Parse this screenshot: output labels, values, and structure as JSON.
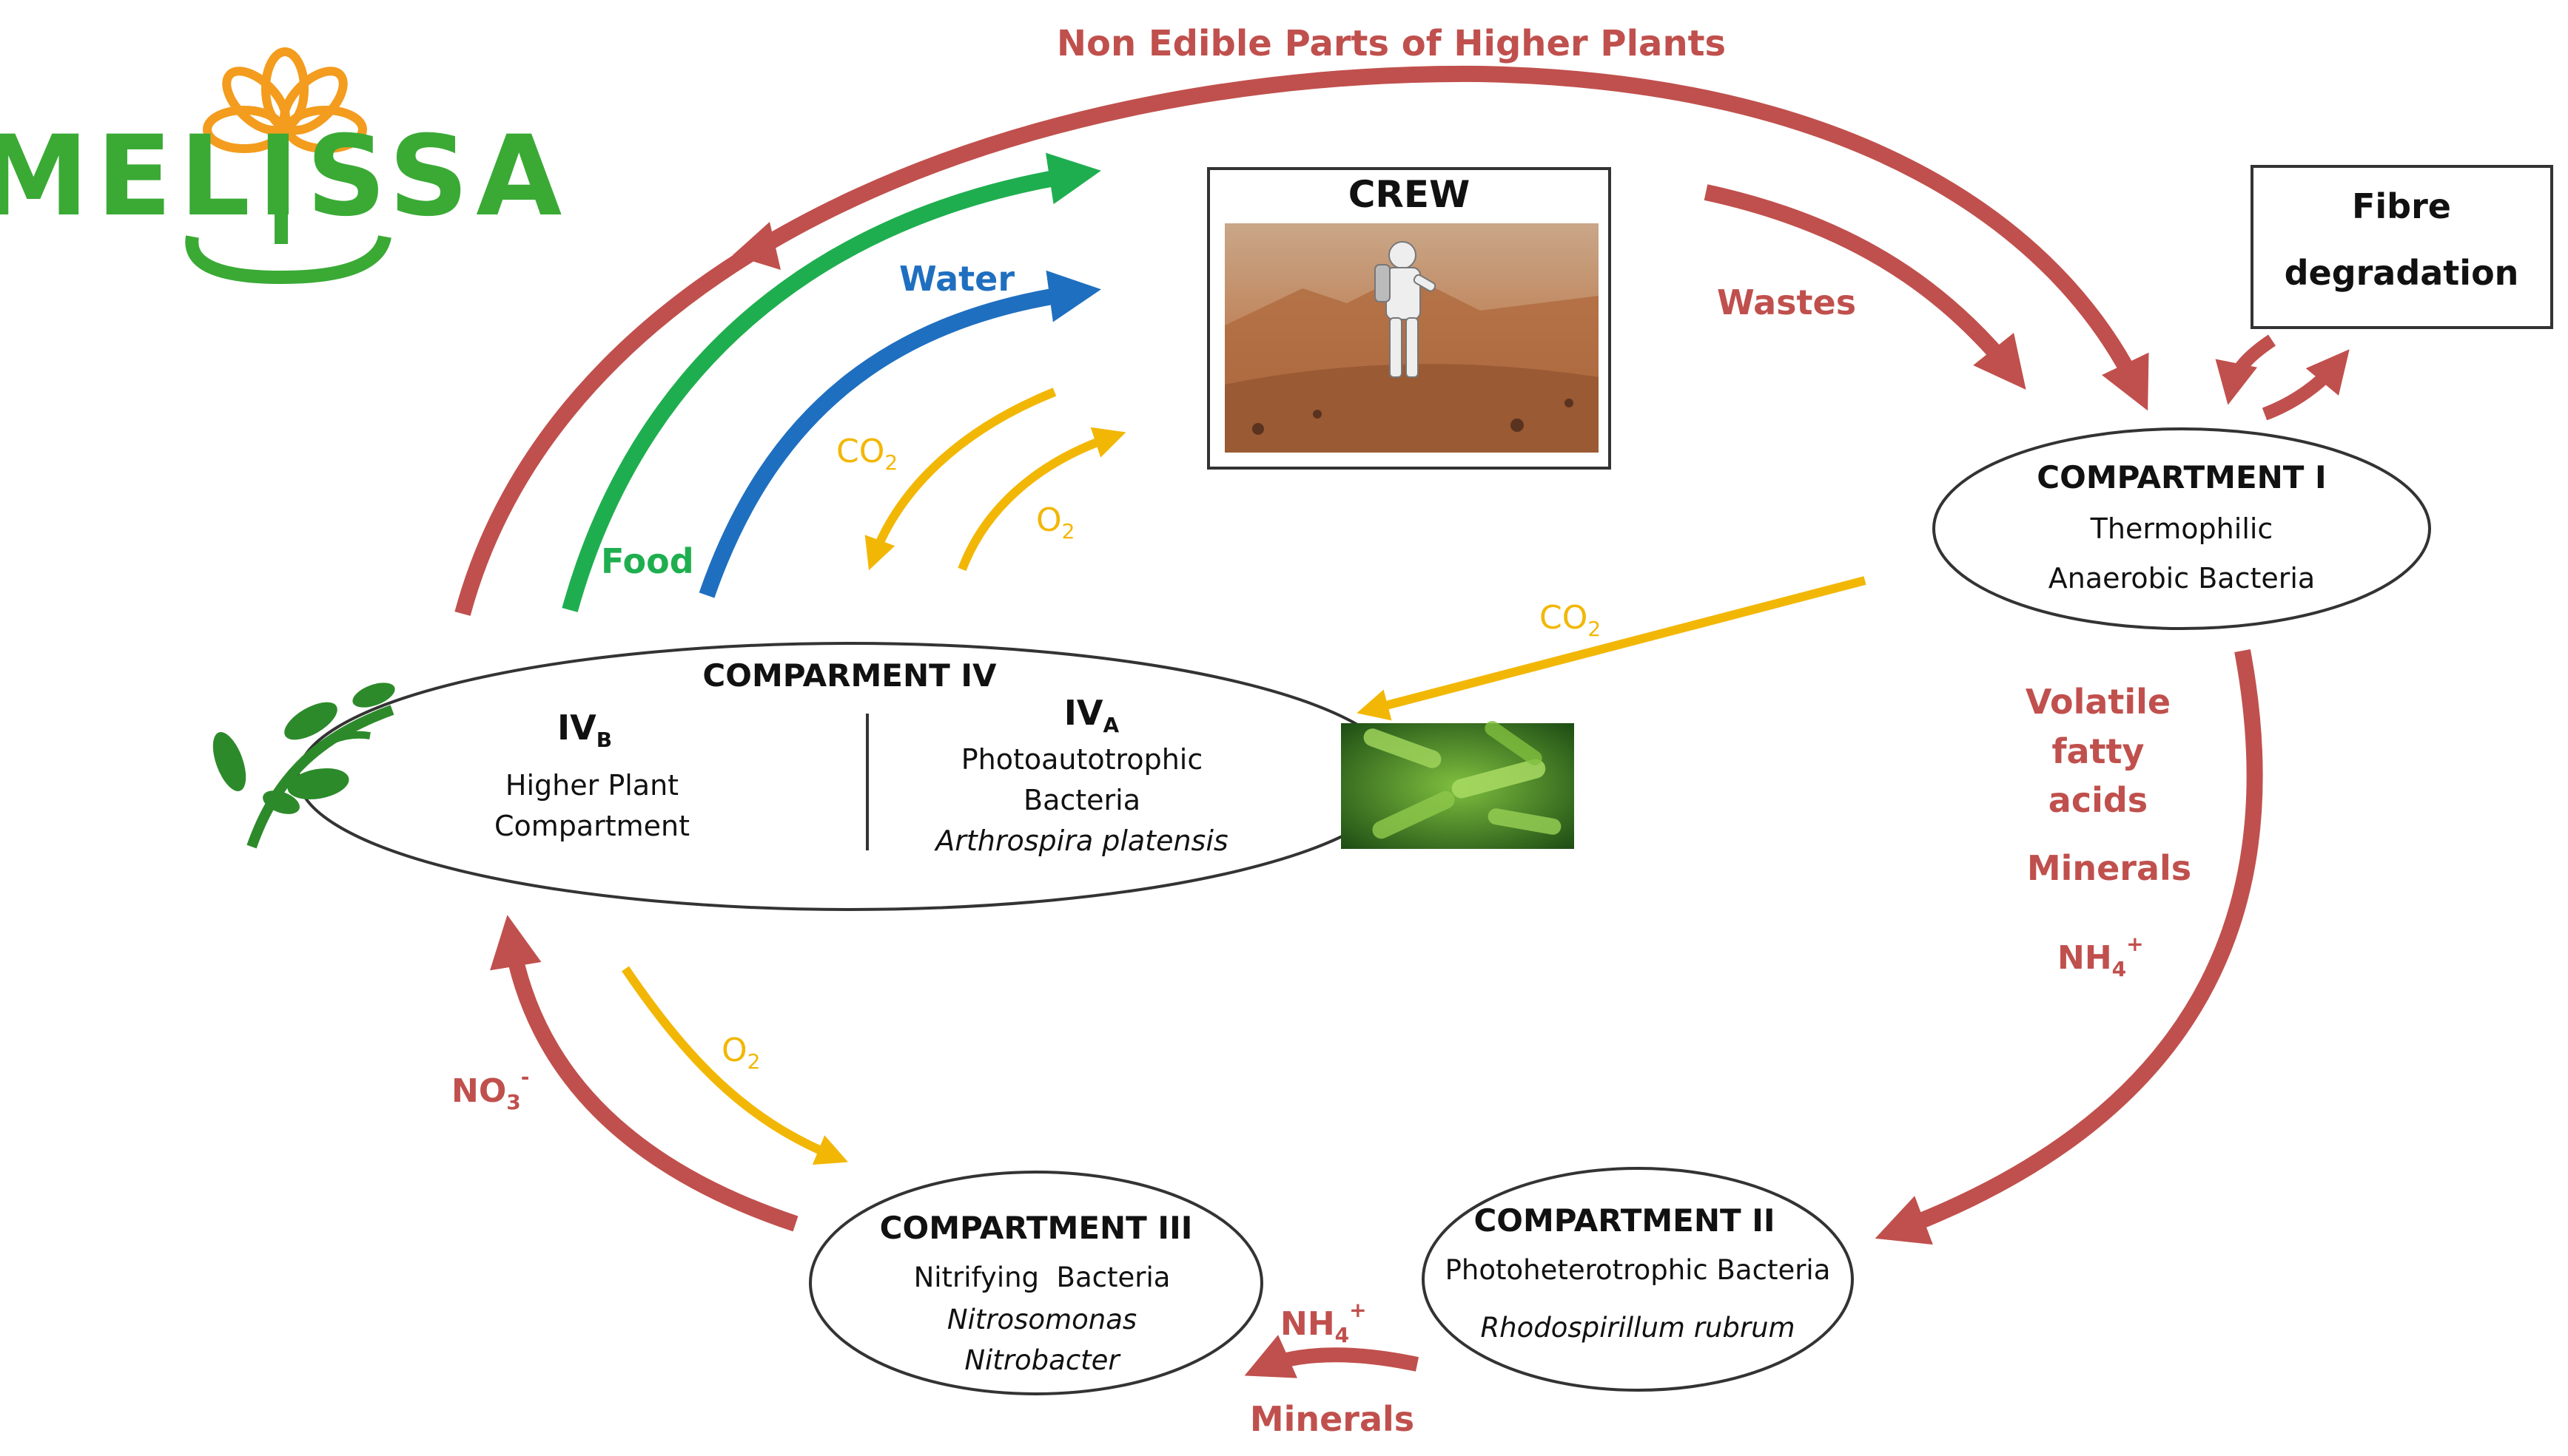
{
  "logo": {
    "text": "MELISSA"
  },
  "crew": {
    "title": "CREW",
    "image": "astronaut-on-mars"
  },
  "fibre": {
    "line1": "Fibre",
    "line2": "degradation"
  },
  "compartment1": {
    "title": "COMPARTMENT I",
    "line1": "Thermophilic",
    "line2": "Anaerobic Bacteria"
  },
  "compartment2": {
    "title": "COMPARTMENT II",
    "line1": "Photoheterotrophic Bacteria",
    "line2": "Rhodospirillum rubrum"
  },
  "compartment3": {
    "title": "COMPARTMENT III",
    "line1": "Nitrifying  Bacteria",
    "line2": "Nitrosomonas",
    "line3": "Nitrobacter"
  },
  "compartment4": {
    "title": "COMPARMENT IV",
    "b_label": "IV",
    "b_sub": "B",
    "b_line1": "Higher Plant",
    "b_line2": "Compartment",
    "a_label": "IV",
    "a_sub": "A",
    "a_line1": "Photoautotrophic",
    "a_line2": "Bacteria",
    "a_line3": "Arthrospira platensis"
  },
  "flows": {
    "non_edible": "Non Edible Parts of Higher Plants",
    "wastes": "Wastes",
    "water": "Water",
    "food": "Food",
    "co2_main": "CO",
    "co2_main_sub": "2",
    "o2_main": "O",
    "o2_main_sub": "2",
    "co2_c1": "CO",
    "co2_c1_sub": "2",
    "o2_c3": "O",
    "o2_c3_sub": "2",
    "vfa1": "Volatile",
    "vfa2": "fatty",
    "vfa3": "acids",
    "minerals_right": "Minerals",
    "nh4_right": "NH",
    "nh4_right_sub": "4",
    "nh4_right_sup": "+",
    "no3": "NO",
    "no3_sub": "3",
    "no3_sup": "-",
    "nh4_bottom": "NH",
    "nh4_bottom_sub": "4",
    "nh4_bottom_sup": "+",
    "minerals_bottom": "Minerals"
  },
  "colors": {
    "red": "#c0504d",
    "green": "#1fae4f",
    "blue": "#1f6fc0",
    "yellow": "#f2b705",
    "logo_green": "#3aaa35",
    "logo_orange": "#f39c1e"
  }
}
